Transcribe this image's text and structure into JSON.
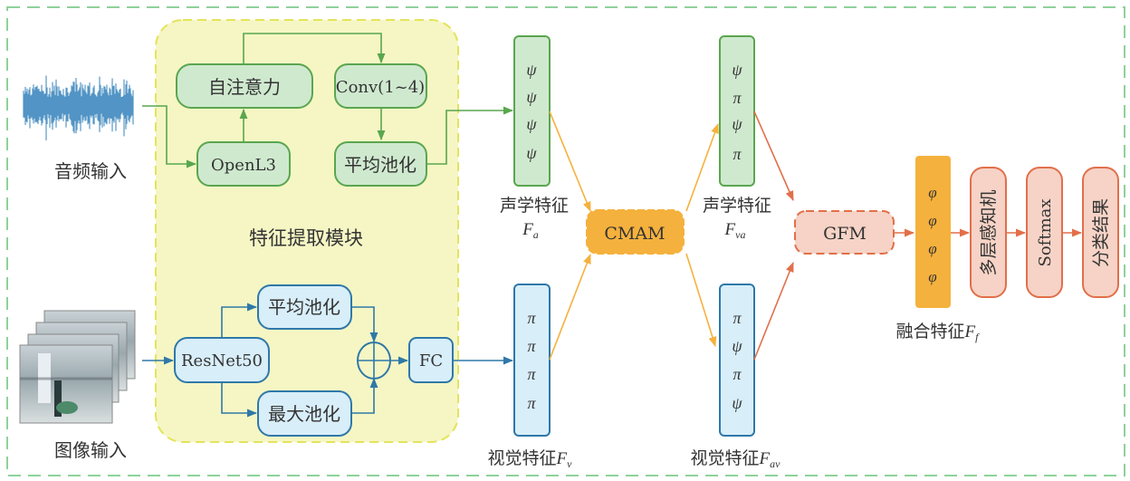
{
  "colors": {
    "outer_border": "#8fd19a",
    "module_fill": "#f5f6c4",
    "module_border": "#e4e45a",
    "green_fill": "#cfe9cf",
    "green_stroke": "#5aa64f",
    "blue_fill": "#d8eef9",
    "blue_stroke": "#2f78a8",
    "orange_fill": "#f5b13d",
    "red_fill": "#f6d3c6",
    "red_stroke": "#e26f4a",
    "arrow_orange": "#f5b13d",
    "arrow_red": "#e26f4a"
  },
  "inputs": {
    "audio_label": "音频输入",
    "image_label": "图像输入"
  },
  "module": {
    "title": "特征提取模块",
    "audio_branch": {
      "self_attention": "自注意力",
      "conv": "Conv(1~4)",
      "openl3": "OpenL3",
      "avg_pool": "平均池化"
    },
    "image_branch": {
      "resnet": "ResNet50",
      "avg_pool": "平均池化",
      "max_pool": "最大池化",
      "fc": "FC"
    }
  },
  "features": {
    "fa": {
      "label": "声学特征",
      "symbol": "F",
      "sub": "a",
      "cells": [
        "ψ",
        "ψ",
        "ψ",
        "ψ"
      ]
    },
    "fv": {
      "label": "视觉特征",
      "symbol": "F",
      "sub": "v",
      "cells": [
        "π",
        "π",
        "π",
        "π"
      ]
    },
    "fva": {
      "label": "声学特征",
      "symbol": "F",
      "sub": "va",
      "cells": [
        "ψ",
        "π",
        "ψ",
        "π"
      ]
    },
    "fav": {
      "label": "视觉特征",
      "symbol": "F",
      "sub": "av",
      "cells": [
        "π",
        "ψ",
        "π",
        "ψ"
      ]
    },
    "ff": {
      "label": "融合特征",
      "symbol": "F",
      "sub": "f",
      "cells": [
        "φ",
        "φ",
        "φ",
        "φ"
      ]
    }
  },
  "fusion": {
    "cmam": "CMAM",
    "gfm": "GFM"
  },
  "classifier": {
    "mlp": "多层感知机",
    "softmax": "Softmax",
    "result": "分类结果"
  }
}
